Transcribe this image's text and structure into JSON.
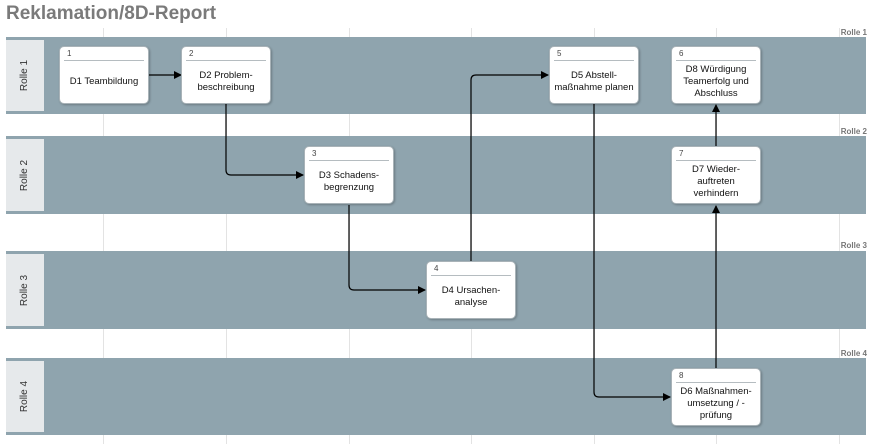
{
  "title": "Reklamation/8D-Report",
  "lanes": [
    {
      "id": "rolle-1",
      "label": "Rolle 1"
    },
    {
      "id": "rolle-2",
      "label": "Rolle 2"
    },
    {
      "id": "rolle-3",
      "label": "Rolle 3"
    },
    {
      "id": "rolle-4",
      "label": "Rolle 4"
    }
  ],
  "steps": [
    {
      "number": "1",
      "text": "D1 Teambildung"
    },
    {
      "number": "2",
      "text": "D2 Problem-\nbeschreibung"
    },
    {
      "number": "3",
      "text": "D3 Schadens-\nbegrenzung"
    },
    {
      "number": "4",
      "text": "D4 Ursachen-\nanalyse"
    },
    {
      "number": "5",
      "text": "D5 Abstell-\nmaßnahme planen"
    },
    {
      "number": "6",
      "text": "D8 Würdigung\nTeamerfolg und\nAbschluss"
    },
    {
      "number": "7",
      "text": "D7 Wieder-\nauftreten\nverhindern"
    },
    {
      "number": "8",
      "text": "D6 Maßnahmen-\numsetzung / -\nprüfung"
    }
  ],
  "colors": {
    "lane": "#8fa4ae",
    "lane_tab": "#e6e9eb",
    "title": "#7a7a7a",
    "arrow": "#000000"
  }
}
